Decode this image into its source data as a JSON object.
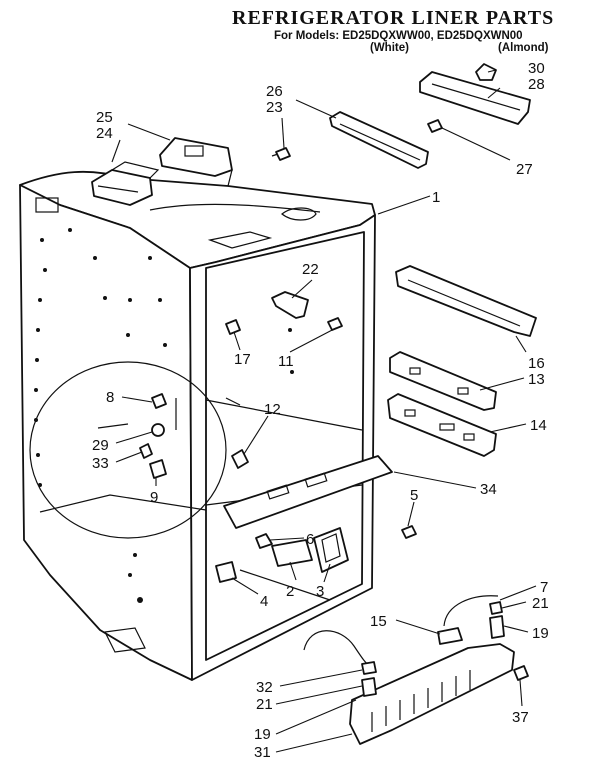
{
  "header": {
    "title": "REFRIGERATOR LINER PARTS",
    "models_label": "For Models: ED25DQXWW00, ED25DQXWN00",
    "color_white": "(White)",
    "color_almond": "(Almond)"
  },
  "callouts": {
    "c1": "1",
    "c2": "2",
    "c3": "3",
    "c4": "4",
    "c5": "5",
    "c6": "6",
    "c7": "7",
    "c8": "8",
    "c9": "9",
    "c11": "11",
    "c12": "12",
    "c13": "13",
    "c14": "14",
    "c15": "15",
    "c16": "16",
    "c17": "17",
    "c19a": "19",
    "c19b": "19",
    "c21a": "21",
    "c21b": "21",
    "c22": "22",
    "c23": "23",
    "c24": "24",
    "c25": "25",
    "c26": "26",
    "c27": "27",
    "c28": "28",
    "c29": "29",
    "c30": "30",
    "c31": "31",
    "c32": "32",
    "c33": "33",
    "c34": "34",
    "c37": "37"
  }
}
